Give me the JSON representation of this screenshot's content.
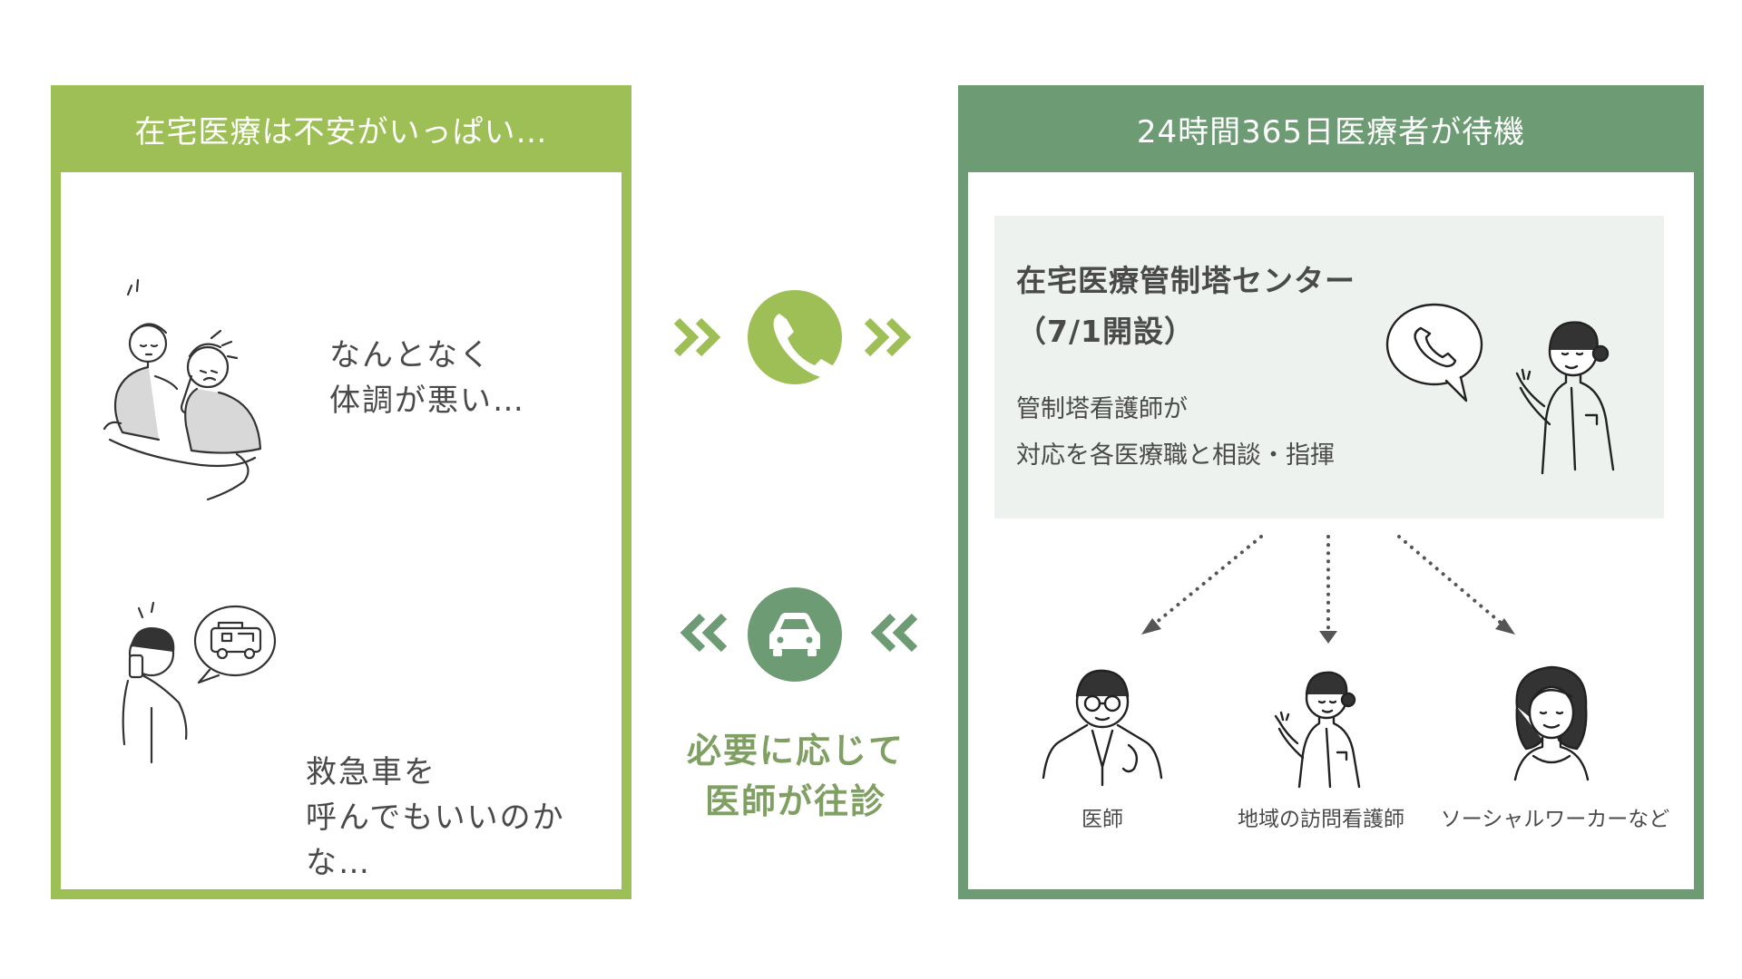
{
  "left_panel": {
    "title": "在宅医療は不安がいっぱい…",
    "worries": [
      {
        "line1": "なんとなく",
        "line2": "体調が悪い…"
      },
      {
        "line1": "救急車を",
        "line2": "呼んでもいいのかな…"
      }
    ]
  },
  "right_panel": {
    "title": "24時間365日医療者が待機",
    "center": {
      "name_line1": "在宅医療管制塔センター",
      "name_line2": "（7/1開設）",
      "desc_line1": "管制塔看護師が",
      "desc_line2": "対応を各医療職と相談・指揮"
    },
    "staff": [
      {
        "label": "医師",
        "icon": "doctor-icon"
      },
      {
        "label": "地域の訪問看護師",
        "icon": "visiting-nurse-icon"
      },
      {
        "label": "ソーシャルワーカーなど",
        "icon": "social-worker-icon"
      }
    ]
  },
  "middle": {
    "caption_line1": "必要に応じて",
    "caption_line2": "医師が往診",
    "phone_icon": "phone-icon",
    "car_icon": "car-icon"
  },
  "colors": {
    "left_green": "#9dbf55",
    "right_green": "#6d9b74",
    "center_box_bg": "#eef2ee",
    "caption_green": "#7f9f63"
  }
}
